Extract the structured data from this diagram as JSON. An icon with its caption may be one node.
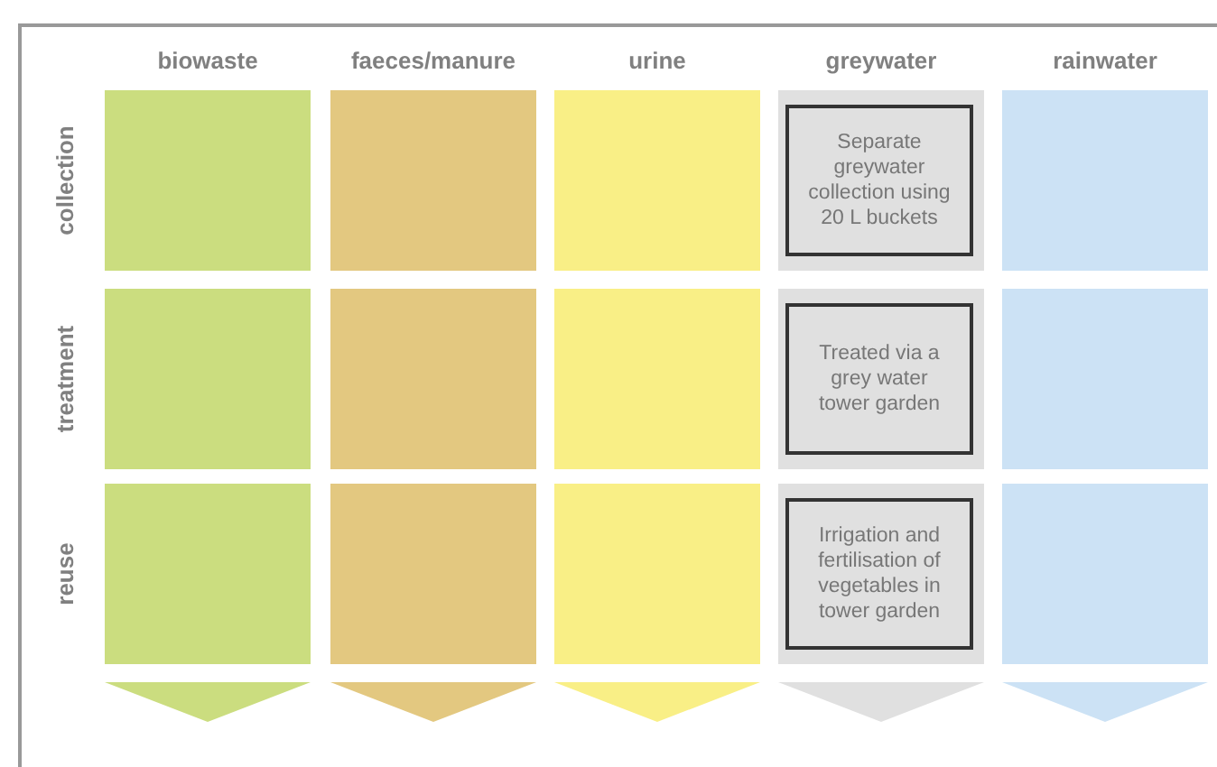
{
  "diagram": {
    "nodes": [
      {
        "text": [],
        "shape": "box"
      },
      {
        "text": [],
        "shape": "box"
      },
      {
        "text": [],
        "shape": "box"
      },
      {
        "text": [],
        "shape": "box"
      },
      {
        "text": [
          "Separate greywater collection using 20 L buckets"
        ],
        "in": 3
      },
      {
        "text": [],
        "shape": "box"
      },
      {
        "text": [],
        "shape": "box"
      },
      {
        "text": [],
        "shape": "box"
      },
      {
        "text": [],
        "shape": "box"
      },
      {
        "text": [],
        "shape": "box"
      },
      {
        "text": [
          "Treated via a grey water tower garden"
        ],
        "in": 9
      },
      {
        "text": [],
        "shape": "box"
      },
      {
        "text": [],
        "shape": "box"
      },
      {
        "text": [],
        "shape": "box"
      },
      {
        "text": [],
        "shape": "box"
      },
      {
        "text": [],
        "shape": "box"
      },
      {
        "text": [
          "Irrigation and fertilisation of vegetables in tower garden"
        ],
        "in": 15
      },
      {
        "text": [],
        "shape": "box"
      }
    ],
    "edges": [
      {
        "from": 12,
        "to": null,
        "arrow": "to",
        "style": "thick",
        "color": "#cbdd7f"
      },
      {
        "from": 13,
        "to": null,
        "arrow": "to",
        "style": "thick",
        "color": "#e3c880"
      },
      {
        "from": 14,
        "to": null,
        "arrow": "to",
        "style": "thick",
        "color": "#f9ef86"
      },
      {
        "from": 15,
        "to": null,
        "arrow": "to",
        "style": "thick",
        "color": "#e0e0e0"
      },
      {
        "from": 17,
        "to": null,
        "arrow": "to",
        "style": "thick",
        "color": "#cce2f5"
      }
    ],
    "labels": [
      "biowaste",
      "faeces/manure",
      "urine",
      "greywater",
      "rainwater",
      "collection",
      "treatment",
      "reuse"
    ]
  }
}
